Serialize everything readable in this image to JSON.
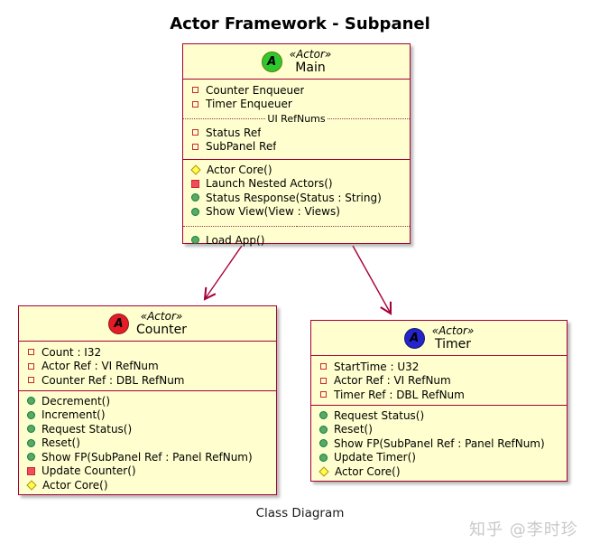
{
  "title": "Actor Framework - Subpanel",
  "caption": "Class Diagram",
  "watermark": "知乎 @李时珍",
  "colors": {
    "box_fill": "#FEFECE",
    "box_border": "#A80036",
    "arrow": "#A80036",
    "spot_main": "#2FC92F",
    "spot_counter": "#E51C26",
    "spot_timer": "#2423CC",
    "public_icon": "#5FA75F",
    "private_icon": "#F24D5C",
    "protected_icon": "#FFFF44",
    "field_icon_border": "#C82930",
    "watermark_color": "#c9c9c9"
  },
  "classes": [
    {
      "name": "Main",
      "stereotype": "«Actor»",
      "spot_letter": "A",
      "attributes": [
        {
          "icon": "private-field",
          "text": "Counter Enqueuer"
        },
        {
          "icon": "private-field",
          "text": "Timer Enqueuer"
        },
        {
          "divider": "UI RefNums"
        },
        {
          "icon": "private-field",
          "text": "Status Ref"
        },
        {
          "icon": "private-field",
          "text": "SubPanel Ref"
        }
      ],
      "methods": [
        {
          "icon": "protected",
          "text": "Actor Core()"
        },
        {
          "icon": "private",
          "text": "Launch Nested Actors()"
        },
        {
          "icon": "public",
          "text": "Status Response(Status : String)"
        },
        {
          "icon": "public",
          "text": "Show View(View : Views)"
        },
        {
          "divider": ""
        },
        {
          "icon": "public",
          "text": "Load App()"
        }
      ]
    },
    {
      "name": "Counter",
      "stereotype": "«Actor»",
      "spot_letter": "A",
      "attributes": [
        {
          "icon": "private-field",
          "text": "Count : I32"
        },
        {
          "icon": "private-field",
          "text": "Actor Ref : VI RefNum"
        },
        {
          "icon": "private-field",
          "text": "Counter Ref : DBL RefNum"
        }
      ],
      "methods": [
        {
          "icon": "public",
          "text": "Decrement()"
        },
        {
          "icon": "public",
          "text": "Increment()"
        },
        {
          "icon": "public",
          "text": "Request Status()"
        },
        {
          "icon": "public",
          "text": "Reset()"
        },
        {
          "icon": "public",
          "text": "Show FP(SubPanel Ref : Panel RefNum)"
        },
        {
          "icon": "private",
          "text": "Update Counter()"
        },
        {
          "icon": "protected",
          "text": "Actor Core()"
        }
      ]
    },
    {
      "name": "Timer",
      "stereotype": "«Actor»",
      "spot_letter": "A",
      "attributes": [
        {
          "icon": "private-field",
          "text": "StartTime : U32"
        },
        {
          "icon": "private-field",
          "text": "Actor Ref : VI RefNum"
        },
        {
          "icon": "private-field",
          "text": "Timer Ref : DBL RefNum"
        }
      ],
      "methods": [
        {
          "icon": "public",
          "text": "Request Status()"
        },
        {
          "icon": "public",
          "text": "Reset()"
        },
        {
          "icon": "public",
          "text": "Show FP(SubPanel Ref : Panel RefNum)"
        },
        {
          "icon": "public",
          "text": "Update Timer()"
        },
        {
          "icon": "protected",
          "text": "Actor Core()"
        }
      ]
    }
  ],
  "relationships": [
    {
      "from": "Main",
      "to": "Counter"
    },
    {
      "from": "Main",
      "to": "Timer"
    }
  ]
}
